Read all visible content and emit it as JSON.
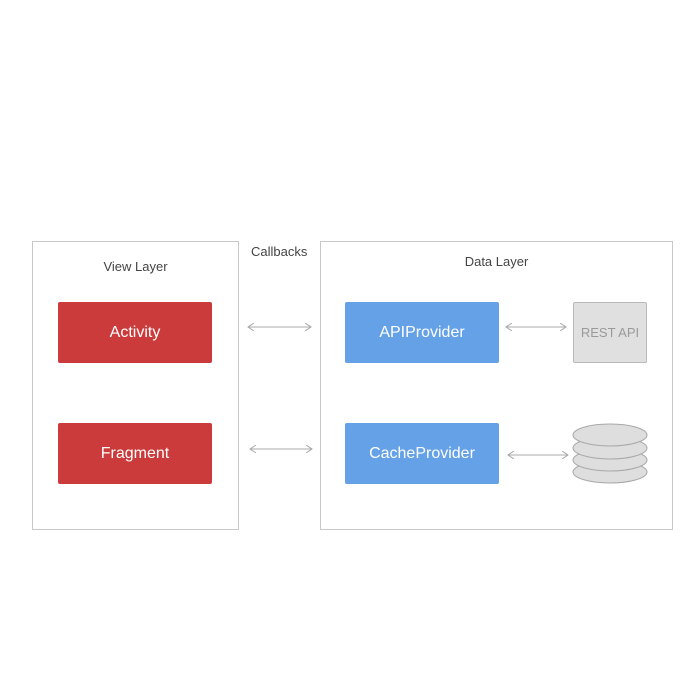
{
  "view_layer": {
    "title": "View Layer",
    "activity_label": "Activity",
    "fragment_label": "Fragment"
  },
  "callbacks_label": "Callbacks",
  "data_layer": {
    "title": "Data Layer",
    "api_provider_label": "APIProvider",
    "cache_provider_label": "CacheProvider",
    "rest_api_label": "REST API",
    "database_icon": "database-icon"
  },
  "colors": {
    "view_box": "#cc3b3b",
    "provider_box": "#64a1e6",
    "rest_api_box": "#e0e0e0",
    "rest_api_text": "#9a9a9a",
    "panel_border": "#c9c9c9",
    "arrow": "#a8a8a8",
    "database_fill": "#dedede",
    "database_stroke": "#a8a8a8"
  }
}
